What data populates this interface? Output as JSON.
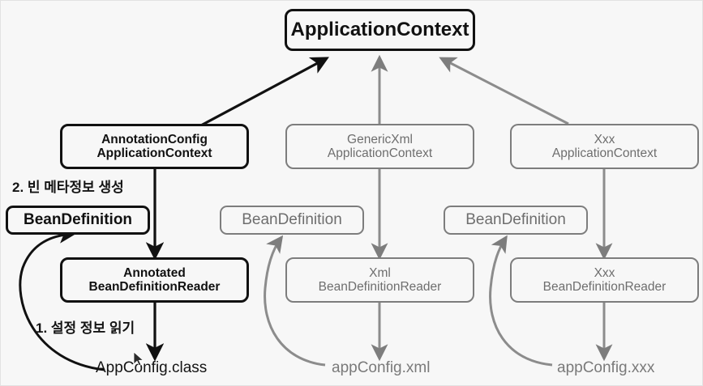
{
  "diagram": {
    "title_node": {
      "label": "ApplicationContext"
    },
    "nodes": {
      "application_context": "ApplicationContext",
      "annotation_config_application_context": "AnnotationConfig\nApplicationContext",
      "generic_xml_application_context": "GenericXml\nApplicationContext",
      "xxx_application_context": "Xxx\nApplicationContext",
      "bean_definition_left": "BeanDefinition",
      "bean_definition_middle": "BeanDefinition",
      "bean_definition_right": "BeanDefinition",
      "annotated_bean_definition_reader": "Annotated\nBeanDefinitionReader",
      "xml_bean_definition_reader": "Xml\nBeanDefinitionReader",
      "xxx_bean_definition_reader": "Xxx\nBeanDefinitionReader"
    },
    "labels": {
      "step2": "2. 빈 메타정보 생성",
      "step1": "1. 설정 정보 읽기",
      "app_config_class": "AppConfig.class",
      "app_config_xml": "appConfig.xml",
      "app_config_xxx": "appConfig.xxx"
    },
    "colors": {
      "black_stroke": "#111111",
      "gray_stroke": "#7d7d7d",
      "gray_text": "#6e6e6e",
      "canvas_background": "#f7f7f7",
      "frame_border": "#e2e2e2"
    },
    "pointer": {
      "icon": "mouse-cursor-icon"
    }
  }
}
